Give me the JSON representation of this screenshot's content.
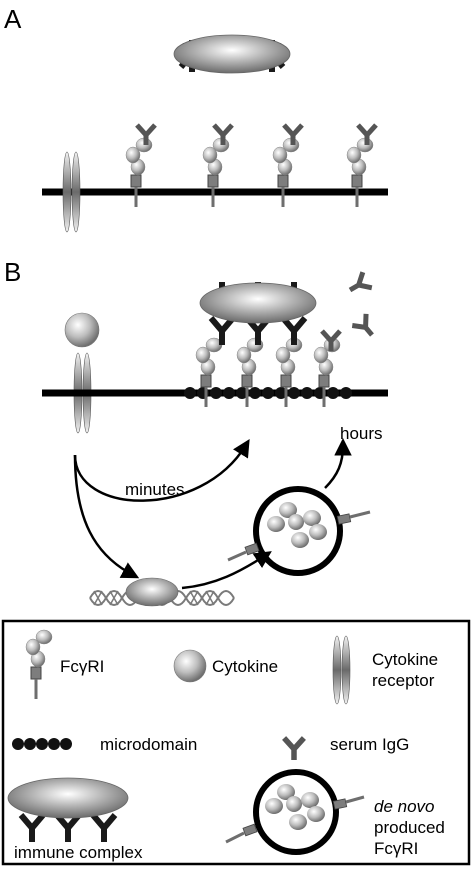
{
  "panels": {
    "a": {
      "label": "A"
    },
    "b": {
      "label": "B",
      "arrow_minutes": "minutes",
      "arrow_hours": "hours"
    }
  },
  "legend": {
    "fcgri": "FcγRI",
    "cytokine": "Cytokine",
    "cytokine_receptor_line1": "Cytokine",
    "cytokine_receptor_line2": "receptor",
    "microdomain": "microdomain",
    "serum_igg": "serum IgG",
    "immune_complex": "immune complex",
    "denovo_line1": "de novo",
    "denovo_line2": "produced",
    "denovo_line3": "FcγRI"
  },
  "colors": {
    "membrane": "#000000",
    "antibody": "#1a1a1a",
    "serum_igg": "#555555",
    "sphere_light": "#f5f5f5",
    "sphere_dark": "#7a7a7a",
    "stalk": "#6e6e6e"
  },
  "icons": [
    "fcgri-icon",
    "cytokine-icon",
    "cytokine-receptor-icon",
    "microdomain-icon",
    "serum-igg-icon",
    "immune-complex-icon",
    "denovo-fcgri-icon",
    "dna-icon",
    "transcription-factor-icon"
  ]
}
